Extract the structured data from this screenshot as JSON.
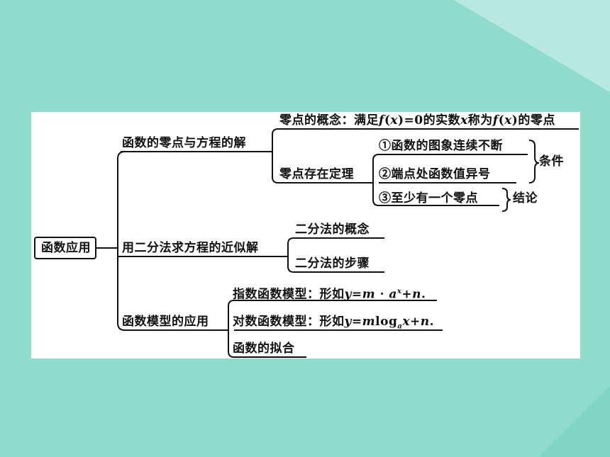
{
  "colors": {
    "background": "#8fdccd",
    "accent_light": "#b5e8de",
    "panel": "#ffffff",
    "ink": "#111111"
  },
  "diagram": {
    "root": "函数应用",
    "branch1": {
      "label": "函数的零点与方程的解",
      "concept_prefix": "零点的概念：满足",
      "concept_fx1": "f",
      "concept_mid1": "(",
      "concept_x1": "x",
      "concept_mid2": ")=0的实数",
      "concept_x2": "x",
      "concept_mid3": "称为",
      "concept_fx2": "f",
      "concept_mid4": "(",
      "concept_x3": "x",
      "concept_suffix": ")的零点",
      "theorem": "零点存在定理",
      "cond1": "①函数的图象连续不断",
      "cond2": "②端点处函数值异号",
      "cond_group": "条件",
      "cond3": "③至少有一个零点",
      "conclusion_group": "结论"
    },
    "branch2": {
      "label": "用二分法求方程的近似解",
      "item1": "二分法的概念",
      "item2": "二分法的步骤"
    },
    "branch3": {
      "label": "函数模型的应用",
      "exp_prefix": "指数函数模型：形如",
      "exp_y": "y",
      "exp_eq": "=",
      "exp_m": "m",
      "exp_dot": "·",
      "exp_a": "a",
      "exp_x": "x",
      "exp_plus": "+",
      "exp_n": "n",
      "exp_end": ".",
      "log_prefix": "对数函数模型：形如",
      "log_y": "y",
      "log_eq": "=",
      "log_m": "m",
      "log_log": "log",
      "log_a": "a",
      "log_x": "x",
      "log_plus": "+",
      "log_n": "n",
      "log_end": ".",
      "fit": "函数的拟合"
    }
  }
}
